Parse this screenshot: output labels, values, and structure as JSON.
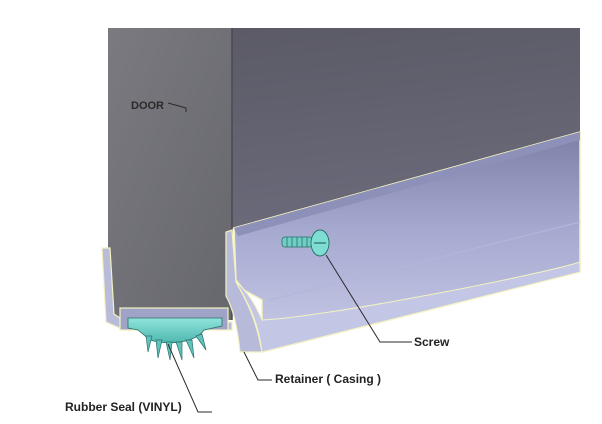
{
  "labels": {
    "door": "DOOR",
    "screw": "Screw",
    "retainer": "Retainer ( Casing )",
    "seal": "Rubber Seal (VINYL)"
  },
  "colors": {
    "door_face": "#707077",
    "wall_face": "#5e5e6c",
    "retainer_face": "#9da2c8",
    "retainer_light": "#c4c6e6",
    "seal": "#6ed3c9",
    "outline": "#f3f2c0",
    "leader": "#2a2a2a"
  }
}
